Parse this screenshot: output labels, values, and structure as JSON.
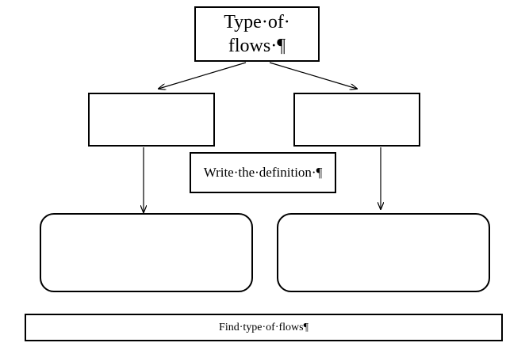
{
  "diagram": {
    "title_line1": "Type·of·",
    "title_line2": "flows·¶",
    "definition_label": "Write·the·definition·¶",
    "find_label": "Find·type·of·flows¶",
    "left_box_text": "",
    "right_box_text": "",
    "left_result_text": "",
    "right_result_text": ""
  },
  "colors": {
    "stroke": "#000000",
    "background": "#ffffff"
  }
}
